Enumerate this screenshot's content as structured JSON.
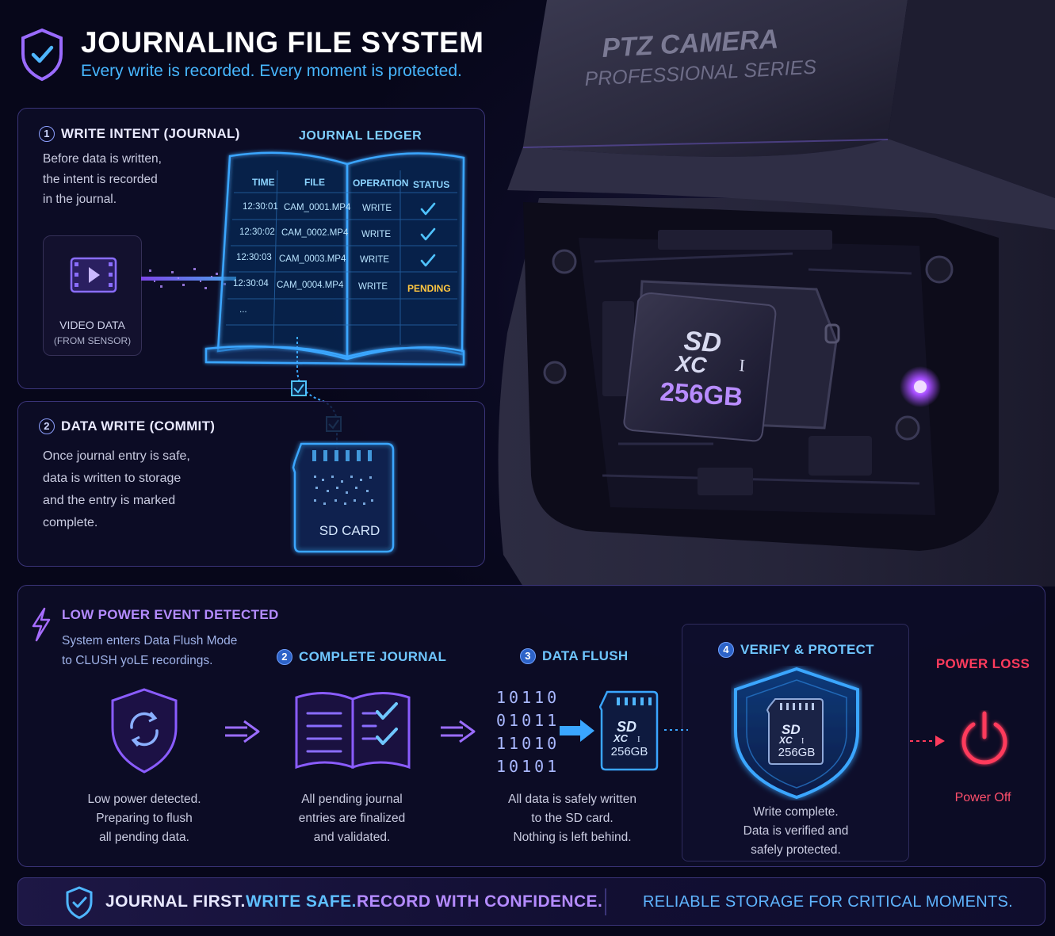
{
  "header": {
    "title": "JOURNALING FILE SYSTEM",
    "subtitle": "Every write is recorded. Every moment is protected."
  },
  "camera": {
    "brand_line1": "PTZ CAMERA",
    "brand_line2": "PROFESSIONAL SERIES",
    "card_logo_top": "SD",
    "card_logo_mid": "XC",
    "card_logo_roman": "I",
    "card_capacity": "256GB"
  },
  "step1": {
    "number": "1",
    "title": "WRITE INTENT (JOURNAL)",
    "lines": [
      "Before data is written,",
      "the intent is recorded",
      "in the journal."
    ],
    "video_label": "VIDEO DATA",
    "video_sublabel": "(FROM SENSOR)"
  },
  "ledger": {
    "title": "JOURNAL LEDGER",
    "headers": [
      "TIME",
      "FILE",
      "OPERATION",
      "STATUS"
    ],
    "rows": [
      {
        "time": "12:30:01",
        "file": "CAM_0001.MP4",
        "op": "WRITE",
        "status": "done"
      },
      {
        "time": "12:30:02",
        "file": "CAM_0002.MP4",
        "op": "WRITE",
        "status": "done"
      },
      {
        "time": "12:30:03",
        "file": "CAM_0003.MP4",
        "op": "WRITE",
        "status": "done"
      },
      {
        "time": "12:30:04",
        "file": "CAM_0004.MP4",
        "op": "WRITE",
        "status": "PENDING"
      }
    ],
    "ellipsis": "..."
  },
  "step2": {
    "number": "2",
    "title": "DATA WRITE (COMMIT)",
    "lines": [
      "Once journal entry is safe,",
      "data is written to storage",
      "and the entry is marked",
      "complete."
    ],
    "card_label": "SD CARD"
  },
  "flush": {
    "event_title": "LOW POWER EVENT DETECTED",
    "event_line1": "System enters Data Flush Mode",
    "event_line2": "to СLUSH yoLE recordings.",
    "stage1_lines": [
      "Low power detected.",
      "Preparing to flush",
      "all pending data."
    ],
    "stage2_num": "2",
    "stage2_title": "COMPLETE JOURNAL",
    "stage2_lines": [
      "All pending journal",
      "entries are finalized",
      "and validated."
    ],
    "stage3_num": "3",
    "stage3_title": "DATA FLUSH",
    "binary": [
      "10110",
      "01011",
      "11010",
      "10101"
    ],
    "stage3_lines": [
      "All data is safely written",
      "to the SD card.",
      "Nothing is left behind."
    ],
    "stage4_num": "4",
    "stage4_title": "VERIFY & PROTECT",
    "stage4_lines": [
      "Write complete.",
      "Data is verified and",
      "safely protected."
    ],
    "mini_card_cap": "256GB",
    "power_title": "POWER LOSS",
    "power_label": "Power Off"
  },
  "footer": {
    "part1": "JOURNAL FIRST.",
    "part2": "WRITE SAFE.",
    "part3": "RECORD WITH CONFIDENCE.",
    "tagline": "RELIABLE STORAGE FOR CRITICAL MOMENTS."
  },
  "colors": {
    "accent_blue": "#47b6ff",
    "accent_purple": "#a66cff",
    "pending": "#ffc640",
    "power": "#ff3b5c"
  }
}
